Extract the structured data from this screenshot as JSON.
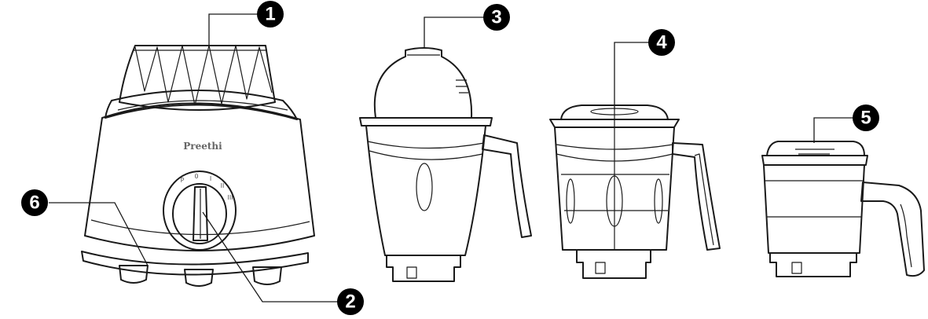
{
  "brand": "Preethi",
  "callouts": [
    {
      "number": "1"
    },
    {
      "number": "2"
    },
    {
      "number": "3"
    },
    {
      "number": "4"
    },
    {
      "number": "5"
    },
    {
      "number": "6"
    }
  ],
  "dial_marks": [
    "P",
    "0",
    "I",
    "II",
    "III"
  ],
  "colors": {
    "line": "#1a1a1a",
    "badge": "#000000",
    "shade": "#d9d9d9"
  }
}
